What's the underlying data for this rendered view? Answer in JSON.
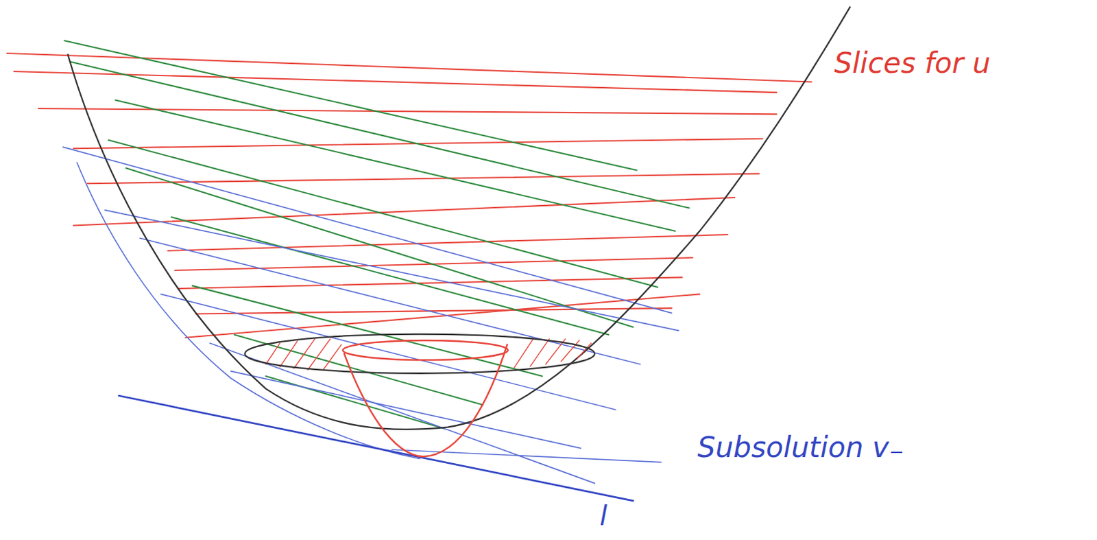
{
  "diagram": {
    "labels": [
      "Slices for u",
      "Subsolution v₋",
      "l"
    ]
  }
}
